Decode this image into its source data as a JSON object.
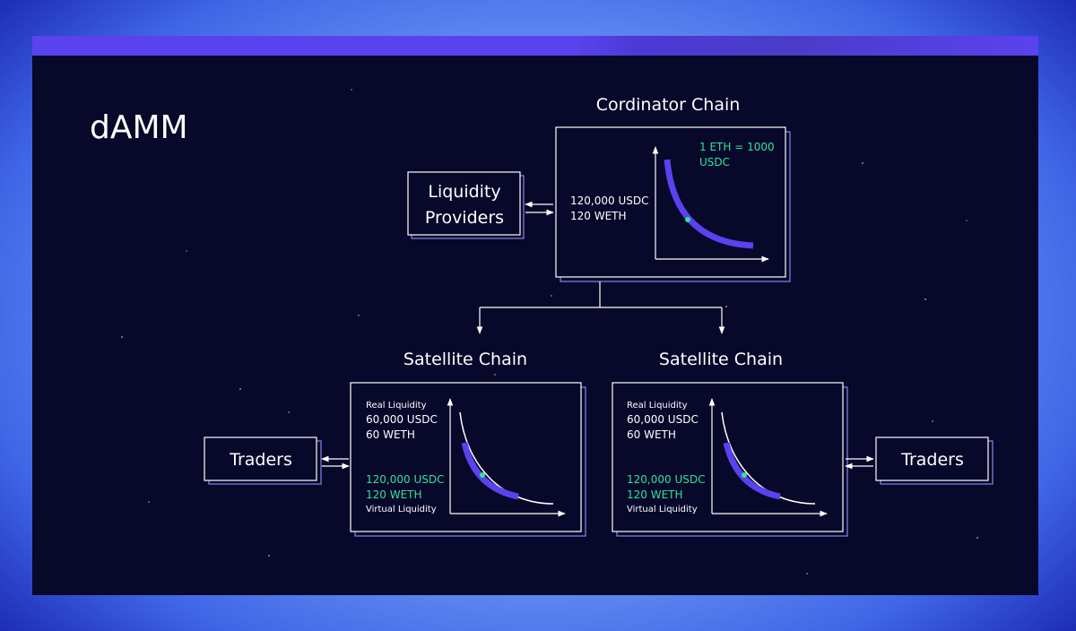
{
  "title": "dAMM",
  "coordinator": {
    "heading": "Cordinator Chain",
    "liquidity_usdc": "120,000 USDC",
    "liquidity_weth": "120 WETH",
    "price_line1": "1 ETH = 1000",
    "price_line2": "USDC"
  },
  "liquidity_providers": {
    "line1": "Liquidity",
    "line2": "Providers"
  },
  "satellites": [
    {
      "heading": "Satellite Chain",
      "real_label": "Real Liquidity",
      "real_usdc": "60,000 USDC",
      "real_weth": "60 WETH",
      "virtual_usdc": "120,000 USDC",
      "virtual_weth": "120 WETH",
      "virtual_label": "Virtual Liquidity"
    },
    {
      "heading": "Satellite Chain",
      "real_label": "Real Liquidity",
      "real_usdc": "60,000 USDC",
      "real_weth": "60 WETH",
      "virtual_usdc": "120,000 USDC",
      "virtual_weth": "120 WETH",
      "virtual_label": "Virtual Liquidity"
    }
  ],
  "traders": {
    "left": "Traders",
    "right": "Traders"
  },
  "colors": {
    "accent": "#5a42ee",
    "curve": "#5a42ee",
    "highlight": "#2ee59a",
    "panel": "#07082a",
    "text": "#ffffff"
  }
}
